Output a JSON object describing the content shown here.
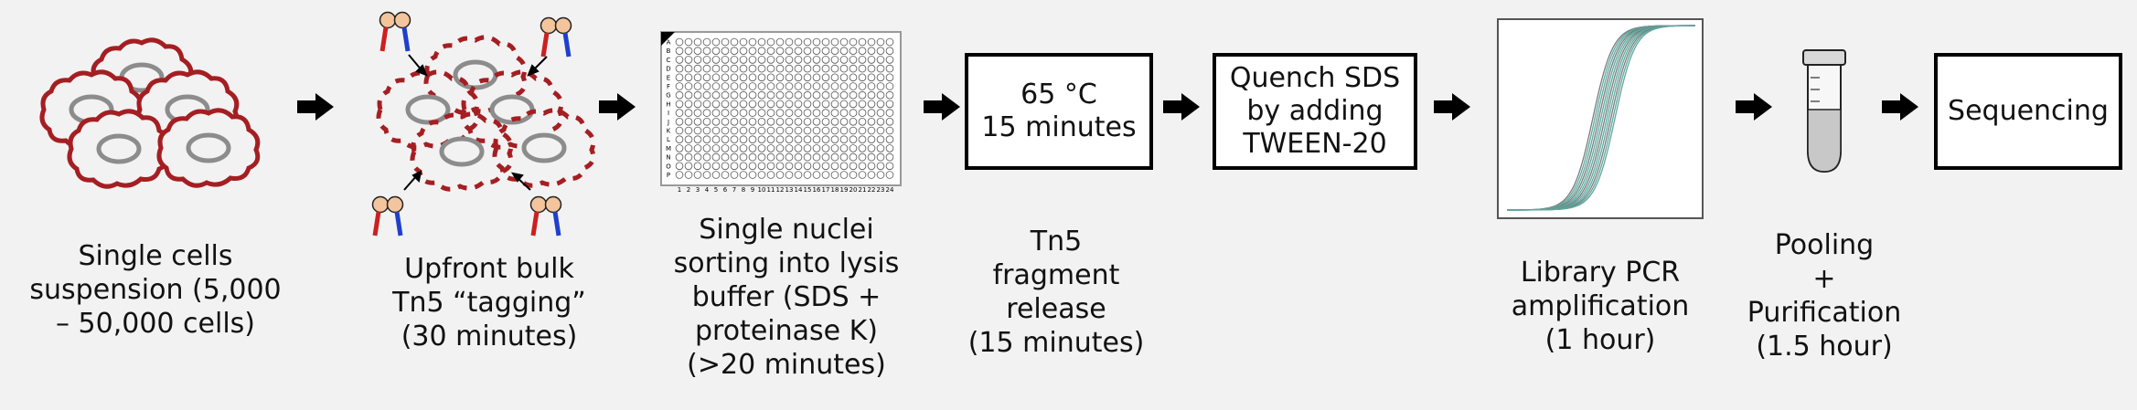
{
  "steps": [
    {
      "caption": "Single cells\nsuspension (5,000\n– 50,000 cells)"
    },
    {
      "caption": "Upfront bulk\nTn5 “tagging”\n(30 minutes)"
    },
    {
      "caption": "Single nuclei\nsorting into lysis\nbuffer (SDS +\nproteinase K)\n(>20 minutes)"
    },
    {
      "box": "65 °C\n15 minutes",
      "caption": "Tn5\nfragment\nrelease\n(15 minutes)"
    },
    {
      "box": "Quench SDS\nby adding\nTWEEN-20"
    },
    {
      "caption": "Library PCR\namplification\n(1 hour)"
    },
    {
      "caption": "Pooling\n+\nPurification\n(1.5 hour)"
    },
    {
      "box": "Sequencing"
    }
  ],
  "plate": {
    "row_labels": [
      "A",
      "B",
      "C",
      "D",
      "E",
      "F",
      "G",
      "H",
      "I",
      "J",
      "K",
      "L",
      "M",
      "N",
      "O",
      "P"
    ],
    "col_labels": [
      "1",
      "2",
      "3",
      "4",
      "5",
      "6",
      "7",
      "8",
      "9",
      "10",
      "11",
      "12",
      "13",
      "14",
      "15",
      "16",
      "17",
      "18",
      "19",
      "20",
      "21",
      "22",
      "23",
      "24"
    ]
  },
  "colors": {
    "cell_membrane": "#a51e22",
    "nucleus": "#8c8c8c",
    "adapter_red": "#cc2020",
    "adapter_blue": "#1f3fcc",
    "tn5_head": "#f4c49c",
    "pcr_curve": "#5fa8a0"
  },
  "icons": [
    "cell-cluster-icon",
    "tagmented-cells-icon",
    "tn5-transposome-icon",
    "plate-384-icon",
    "pcr-curve-icon",
    "tube-icon",
    "arrow-right-icon"
  ]
}
